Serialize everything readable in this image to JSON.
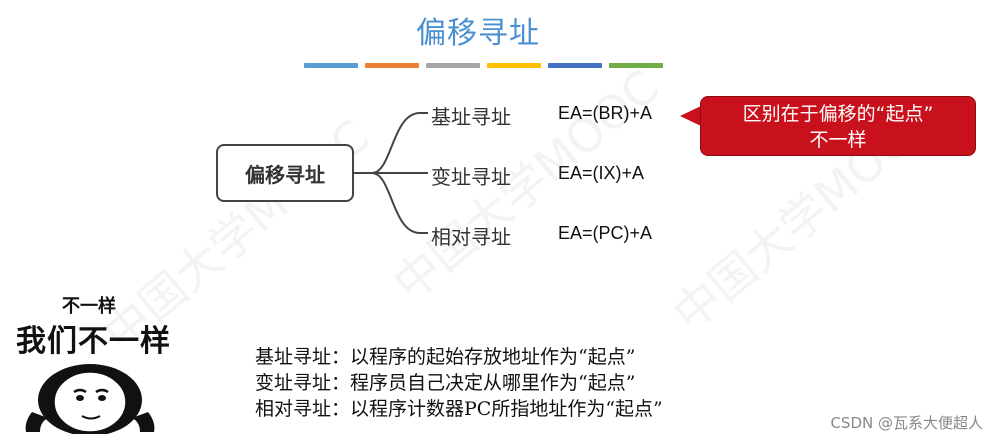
{
  "title": "偏移寻址",
  "accent_colors": [
    "#5b9bd5",
    "#ed7d31",
    "#a5a5a5",
    "#ffc000",
    "#4472c4",
    "#70ad47"
  ],
  "root": "偏移寻址",
  "branches": [
    {
      "label": "基址寻址",
      "formula": "EA=(BR)+A"
    },
    {
      "label": "变址寻址",
      "formula": "EA=(IX)+A"
    },
    {
      "label": "相对寻址",
      "formula": "EA=(PC)+A"
    }
  ],
  "callout": {
    "line1": "区别在于偏移的“起点”",
    "line2": "不一样",
    "color": "#c8111c"
  },
  "notes": [
    "基址寻址：以程序的起始存放地址作为“起点”",
    "变址寻址：程序员自己决定从哪里作为“起点”",
    "相对寻址：以程序计数器PC所指地址作为“起点”"
  ],
  "meme": {
    "small": "不一样",
    "big": "我们不一样"
  },
  "credit": "CSDN @瓦系大便超人",
  "watermark": "中国大学MOOC"
}
